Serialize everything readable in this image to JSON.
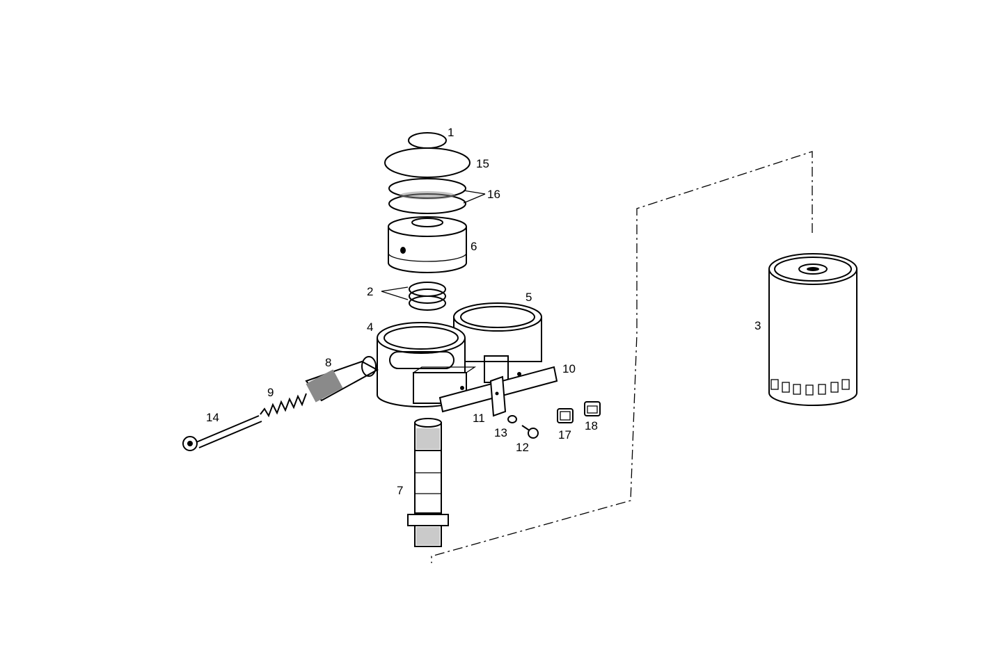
{
  "diagram": {
    "part_labels": [
      "1",
      "15",
      "16",
      "6",
      "2",
      "5",
      "4",
      "8",
      "10",
      "9",
      "14",
      "11",
      "13",
      "12",
      "17",
      "18",
      "7",
      "3"
    ]
  }
}
